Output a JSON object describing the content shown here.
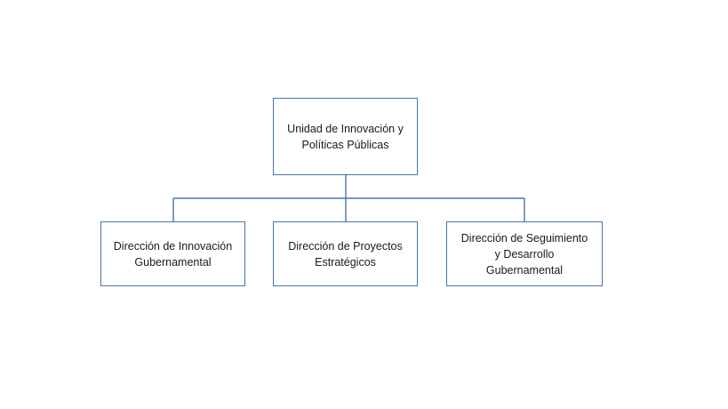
{
  "org_chart": {
    "root": {
      "line1": "Unidad de Innovación y",
      "line2": "Políticas Públicas"
    },
    "children": [
      {
        "line1": "Dirección de Innovación",
        "line2": "Gubernamental",
        "line3": ""
      },
      {
        "line1": "Dirección de Proyectos",
        "line2": "Estratégicos",
        "line3": ""
      },
      {
        "line1": "Dirección de Seguimiento",
        "line2": "y Desarrollo",
        "line3": "Gubernamental"
      }
    ]
  },
  "colors": {
    "box_border": "#4a72b0",
    "connector": "#4a72b0",
    "text": "#1a1a1a",
    "background": "#ffffff"
  }
}
